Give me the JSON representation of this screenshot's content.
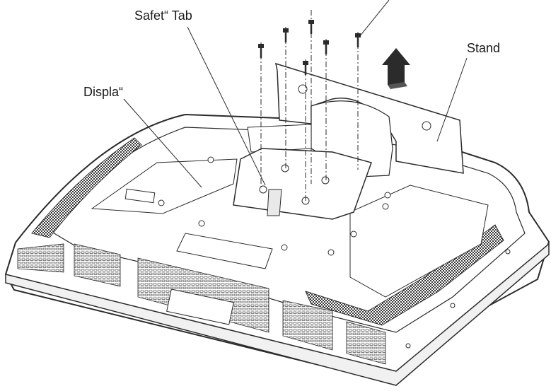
{
  "labels": {
    "safety_tab": "Safet“ Tab",
    "display": "Displa“",
    "stand": "Stand"
  },
  "colors": {
    "line": "#2b2b2b",
    "fill": "#ffffff",
    "shade": "#e9e9e9",
    "dark_grille": "#3a3a3a"
  },
  "icons": {
    "arrow": "up-arrow-icon",
    "screw": "screw-icon"
  }
}
